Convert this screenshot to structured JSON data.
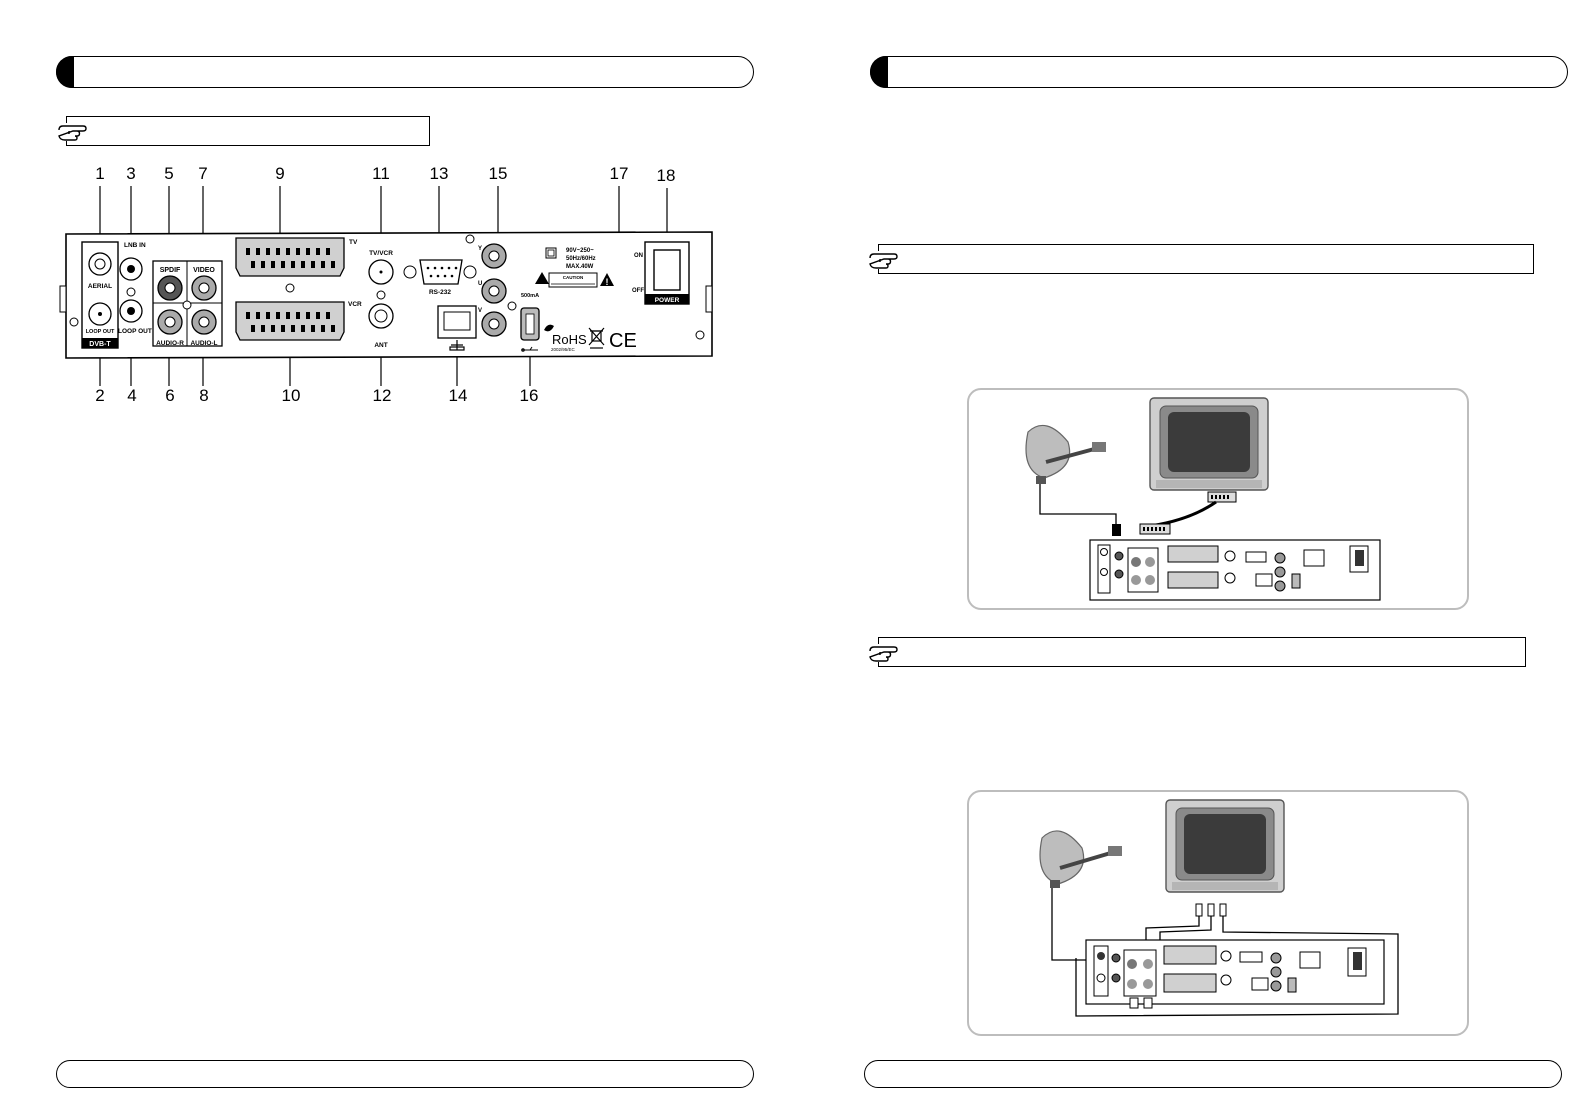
{
  "panel": {
    "callouts_top": [
      "1",
      "3",
      "5",
      "7",
      "9",
      "11",
      "13",
      "15",
      "17",
      "18"
    ],
    "callouts_bottom": [
      "2",
      "4",
      "6",
      "8",
      "10",
      "12",
      "14",
      "16"
    ],
    "labels": {
      "lnb_in": "LNB IN",
      "aerial": "AERIAL",
      "loop_out_left": "LOOP OUT",
      "dvb_t": "DVB-T",
      "loop_out": "LOOP OUT",
      "spdif": "SPDIF",
      "video": "VIDEO",
      "audio_r": "AUDIO-R",
      "audio_l": "AUDIO-L",
      "tv": "TV",
      "vcr": "VCR",
      "tv_vcr": "TV/VCR",
      "ant": "ANT",
      "rs232": "RS-232",
      "y": "Y",
      "u": "U",
      "v": "V",
      "usb_rating": "500mA",
      "power_rating_1": "90V~250~",
      "power_rating_2": "50Hz/60Hz",
      "power_rating_3": "MAX.40W",
      "caution": "CAUTION",
      "rohs": "RoHS",
      "rohs_sub": "2002/95/EC",
      "ce": "CE",
      "on": "ON",
      "off": "OFF",
      "power": "POWER"
    }
  }
}
